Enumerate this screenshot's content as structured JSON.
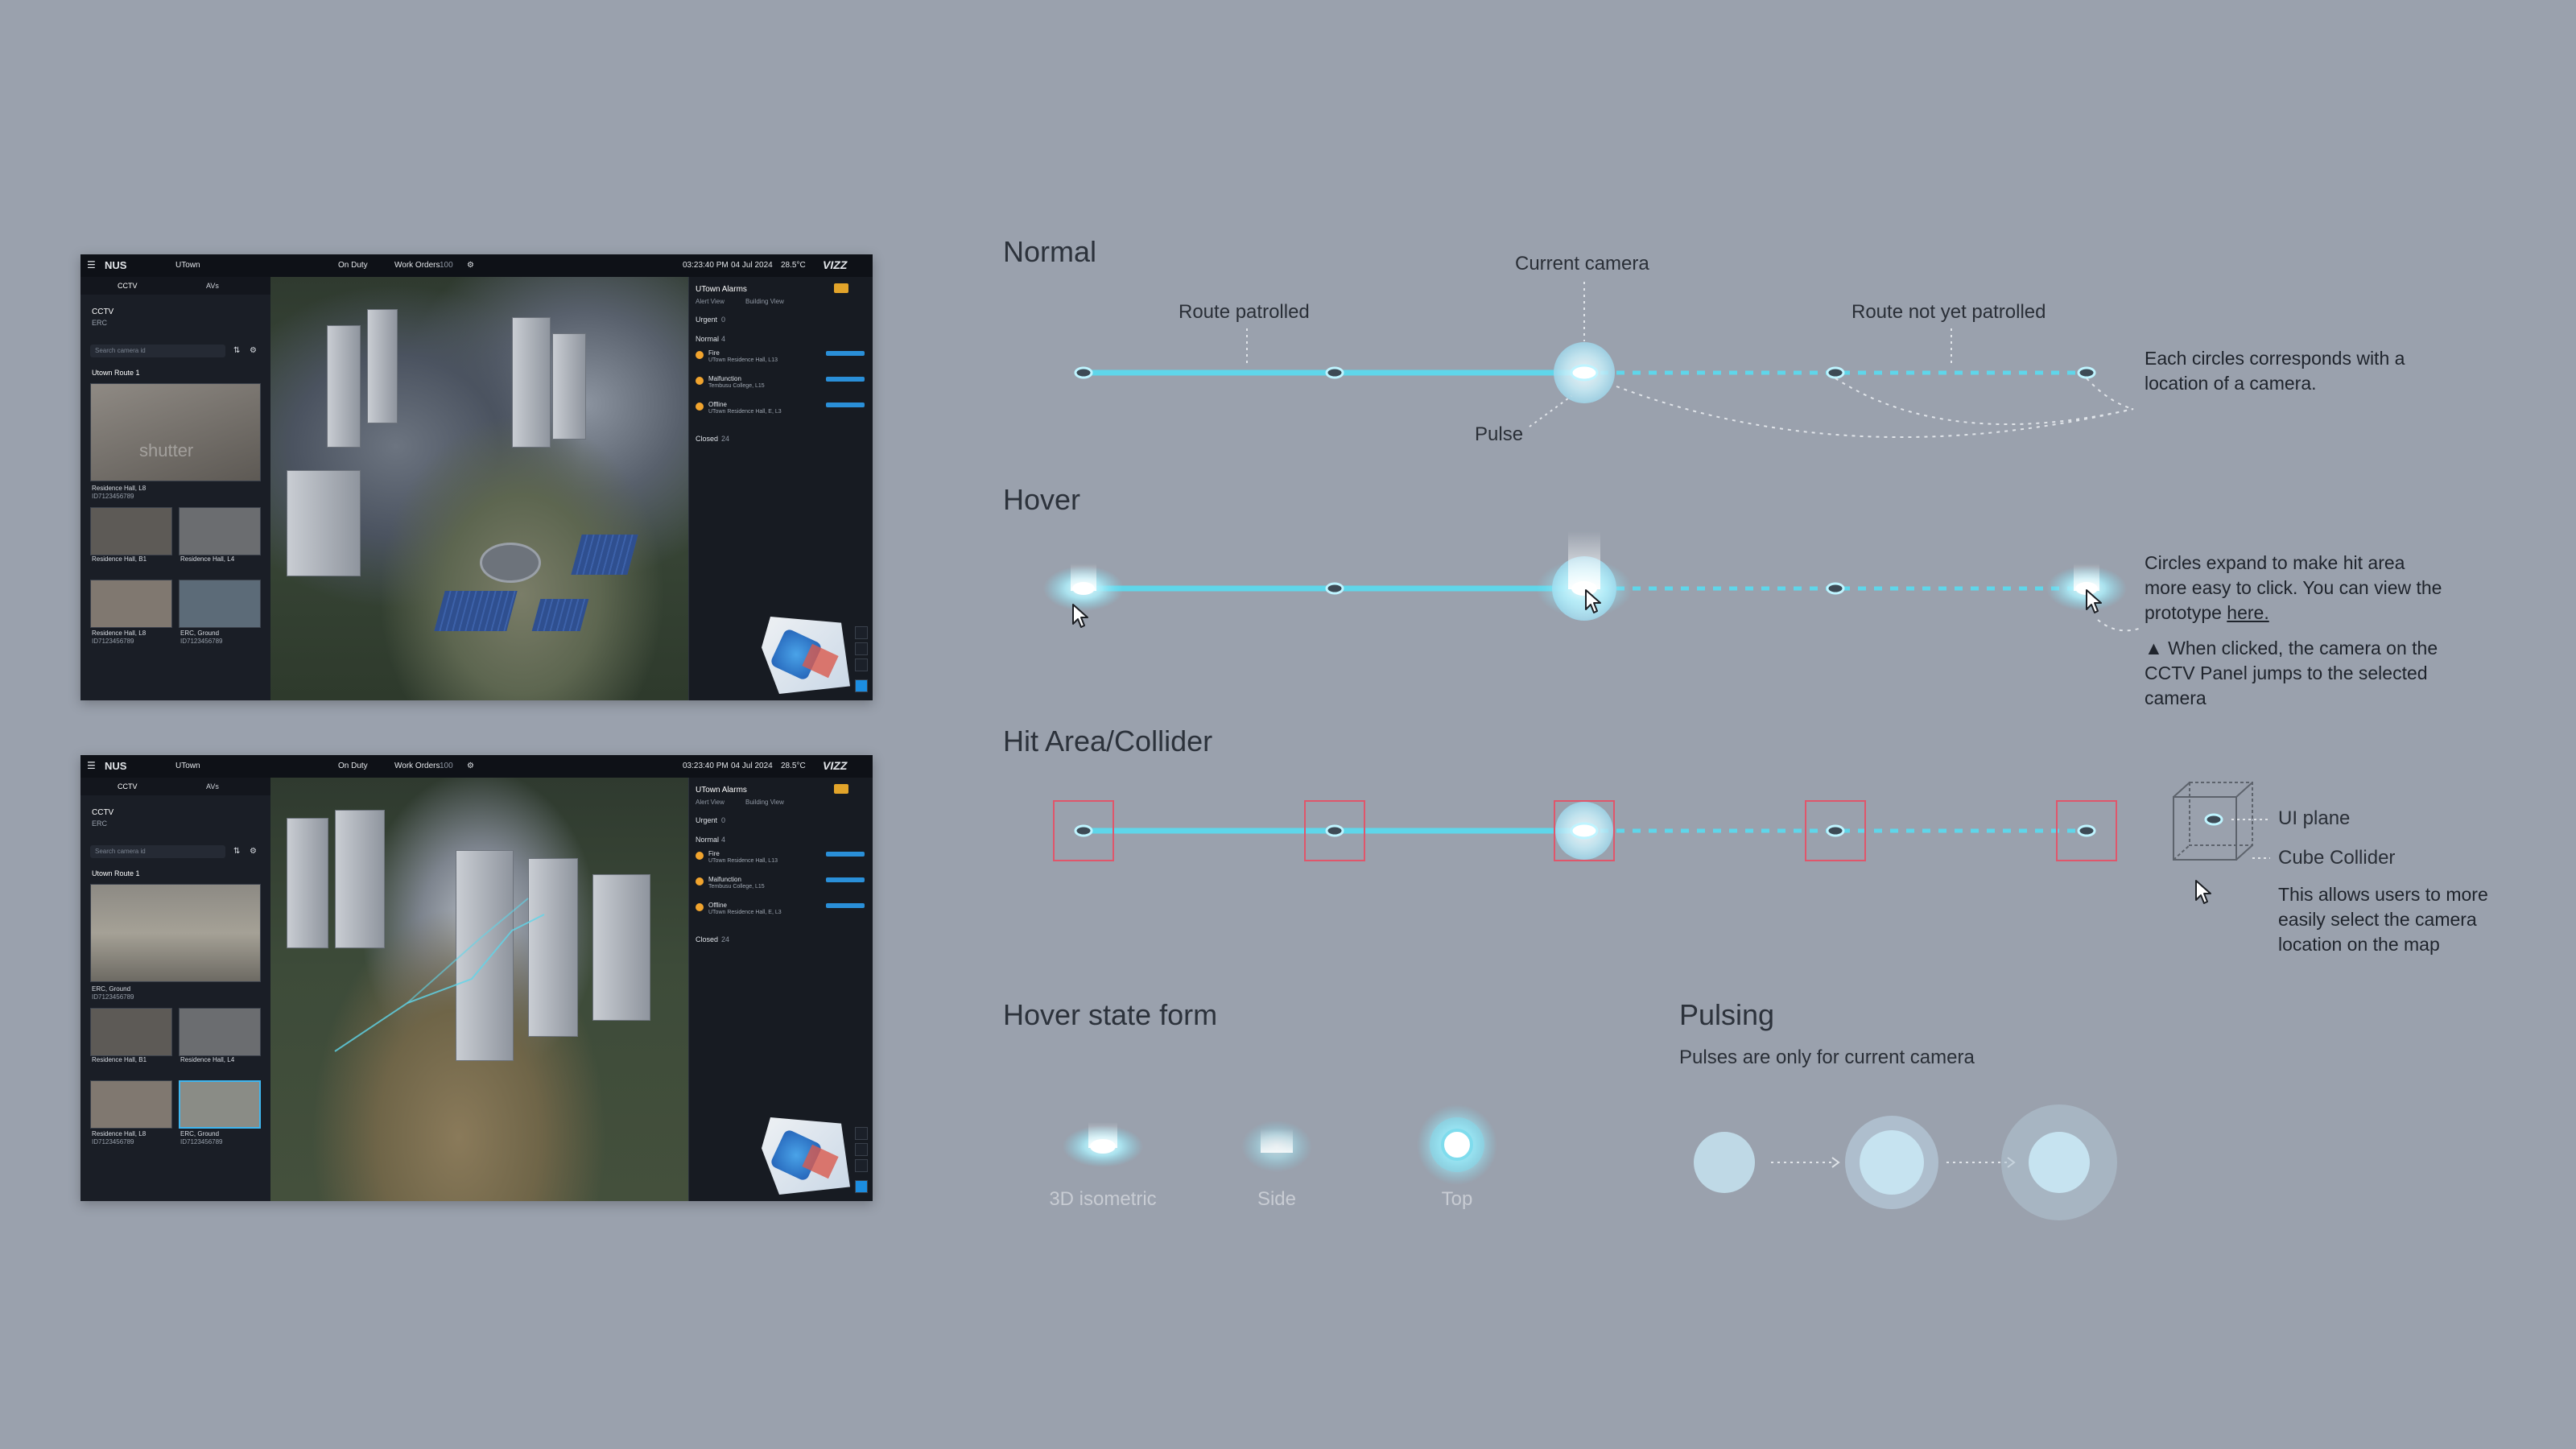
{
  "screens": [
    {
      "brand": "NUS",
      "location": "UTown",
      "on_duty": "On Duty",
      "work_orders": "Work Orders",
      "work_orders_count": "100",
      "time": "03:23:40 PM",
      "date": "04 Jul 2024",
      "temp": "28.5°C",
      "logo": "VIZZ",
      "left_tabs": [
        "CCTV",
        "AVs"
      ],
      "cctv_title": "CCTV",
      "cctv_sub": "ERC",
      "search_placeholder": "Search camera id",
      "route": "Utown Route 1",
      "main_feed_label": "shutter",
      "main_cam_name": "Residence Hall, L8",
      "main_cam_id": "ID7123456789",
      "thumbs": [
        {
          "name": "Residence Hall, B1",
          "id": "ID7123456789"
        },
        {
          "name": "Residence Hall, L4",
          "id": "ID7123456789"
        },
        {
          "name": "Residence Hall, L8",
          "id": "ID7123456789"
        },
        {
          "name": "ERC, Ground",
          "id": "ID7123456789"
        }
      ],
      "alarms_title": "UTown Alarms",
      "alarm_tabs": [
        "Alert View",
        "Building View"
      ],
      "urgent": "Urgent",
      "urgent_count": "0",
      "normal": "Normal",
      "normal_count": "4",
      "alarms": [
        {
          "title": "Fire",
          "loc": "UTown Residence Hall, L13"
        },
        {
          "title": "Malfunction",
          "loc": "Tembusu College, L15"
        },
        {
          "title": "Offline",
          "loc": "UTown Residence Hall, E, L3"
        }
      ],
      "closed": "Closed",
      "closed_count": "24"
    },
    {
      "brand": "NUS",
      "location": "UTown",
      "on_duty": "On Duty",
      "work_orders": "Work Orders",
      "work_orders_count": "100",
      "time": "03:23:40 PM",
      "date": "04 Jul 2024",
      "temp": "28.5°C",
      "logo": "VIZZ",
      "left_tabs": [
        "CCTV",
        "AVs"
      ],
      "cctv_title": "CCTV",
      "cctv_sub": "ERC",
      "search_placeholder": "Search camera id",
      "route": "Utown Route 1",
      "main_feed_label": "",
      "main_cam_name": "ERC, Ground",
      "main_cam_id": "ID7123456789",
      "thumbs": [
        {
          "name": "Residence Hall, B1",
          "id": "ID7123456789"
        },
        {
          "name": "Residence Hall, L4",
          "id": "ID7123456789"
        },
        {
          "name": "Residence Hall, L8",
          "id": "ID7123456789"
        },
        {
          "name": "ERC, Ground",
          "id": "ID7123456789"
        }
      ],
      "alarms_title": "UTown Alarms",
      "alarm_tabs": [
        "Alert View",
        "Building View"
      ],
      "urgent": "Urgent",
      "urgent_count": "0",
      "normal": "Normal",
      "normal_count": "4",
      "alarms": [
        {
          "title": "Fire",
          "loc": "UTown Residence Hall, L13"
        },
        {
          "title": "Malfunction",
          "loc": "Tembusu College, L15"
        },
        {
          "title": "Offline",
          "loc": "UTown Residence Hall, E, L3"
        }
      ],
      "closed": "Closed",
      "closed_count": "24"
    }
  ],
  "normal": {
    "title": "Normal",
    "route_patrolled": "Route patrolled",
    "current_camera": "Current camera",
    "route_not_patrolled": "Route not yet patrolled",
    "pulse": "Pulse",
    "note": "Each circles corresponds with a location of a camera."
  },
  "hover": {
    "title": "Hover",
    "note_before_link": "Circles expand to make hit area more easy to click. You can view the prototype",
    "link": "here.",
    "warning": "When clicked, the camera on the CCTV Panel jumps to the selected camera"
  },
  "hit_area": {
    "title": "Hit Area/Collider",
    "ui_plane": "UI plane",
    "cube_collider": "Cube Collider",
    "note": "This allows users to more easily select the camera location on the map"
  },
  "hover_state_form": {
    "title": "Hover state form",
    "forms": [
      "3D isometric",
      "Side",
      "Top"
    ]
  },
  "pulsing": {
    "title": "Pulsing",
    "subtitle": "Pulses are only for current camera"
  },
  "colors": {
    "background": "#9aa1ad",
    "track": "#5fd6ea",
    "node": "#3d4a55",
    "glow": "#bff4ff",
    "collider": "#e0566b",
    "pulse_inner": "#c6e3f0",
    "pulse_outer": "#b3c6d4"
  }
}
